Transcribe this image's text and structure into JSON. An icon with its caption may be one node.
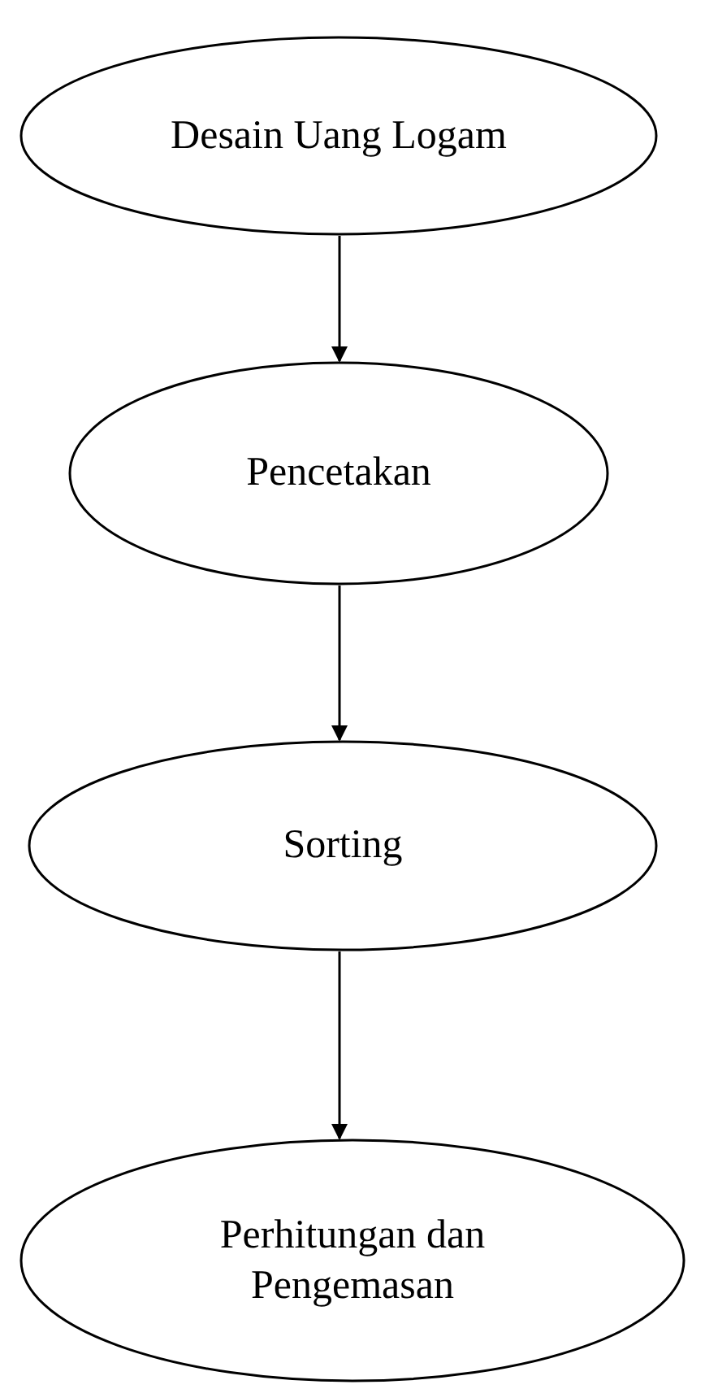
{
  "diagram": {
    "nodes": [
      {
        "text": [
          "Desain Uang Logam"
        ]
      },
      {
        "text": [
          "Pencetakan"
        ]
      },
      {
        "text": [
          "Sorting"
        ]
      },
      {
        "text": [
          "Perhitungan dan Pengemasan"
        ]
      }
    ],
    "edges": [
      {
        "from": 0,
        "to": 1,
        "arrow": "to"
      },
      {
        "from": 1,
        "to": 2,
        "arrow": "to"
      },
      {
        "from": 2,
        "to": 3,
        "arrow": "to"
      }
    ]
  }
}
